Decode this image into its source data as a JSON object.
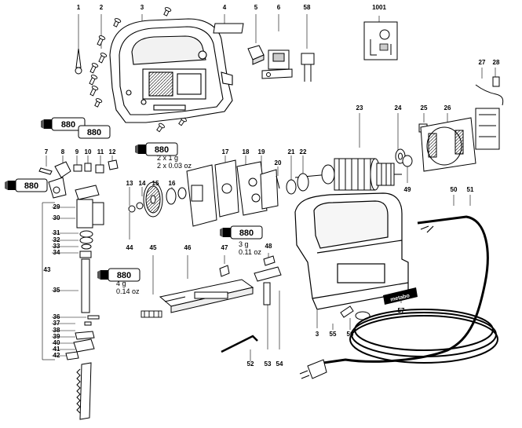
{
  "part_numbers": [
    "1",
    "2",
    "3",
    "4",
    "5",
    "6",
    "58",
    "1001",
    "27",
    "28",
    "23",
    "24",
    "25",
    "26",
    "7",
    "8",
    "9",
    "10",
    "11",
    "12",
    "13",
    "14",
    "15",
    "16",
    "17",
    "18",
    "19",
    "20",
    "21",
    "22",
    "49",
    "50",
    "51",
    "29",
    "30",
    "31",
    "32",
    "33",
    "34",
    "44",
    "45",
    "46",
    "47",
    "48",
    "43",
    "35",
    "36",
    "37",
    "38",
    "39",
    "40",
    "41",
    "42",
    "52",
    "53",
    "54",
    "3",
    "55",
    "56",
    "57"
  ],
  "grease_tubes": [
    {
      "label": "880",
      "note": ""
    },
    {
      "label": "880",
      "note": ""
    },
    {
      "label": "880",
      "note": ""
    },
    {
      "label": "880",
      "note": "2 x 1 g\n2 x 0.03 oz"
    },
    {
      "label": "880",
      "note": "3 g\n0.11 oz"
    },
    {
      "label": "880",
      "note": "4 g\n0.14 oz"
    }
  ],
  "brand_plate": "metabo"
}
